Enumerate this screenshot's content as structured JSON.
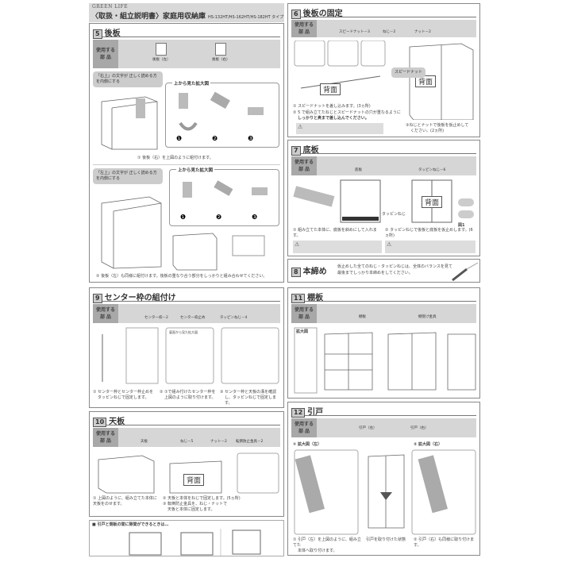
{
  "header": {
    "brand": "GREEN LIFE",
    "title": "〈取扱・組立説明書〉家庭用収納庫",
    "models": "HS-132HT/HS-162HT/HS-182HT タイプ"
  },
  "parts_label": "使用する 部 品",
  "zoom_title": "上から見た拡大図",
  "sections": {
    "s5": {
      "num": "5",
      "title": "後板",
      "parts": [
        "後板（左）",
        "後板（右）"
      ],
      "callout1": "「右上」の文字が 正しく読める方を内側にする",
      "callout2": "「左上」の文字が 正しく読める方を内側にする",
      "mark1": "右上",
      "mark2": "左上",
      "step1": "① 後板（右）を上図のように組付けます。",
      "step2": "② 後板（左）も同様に組付けます。後板の重なり合う部分をしっかりと組み合わせてください。"
    },
    "s6": {
      "num": "6",
      "title": "後板の固定",
      "parts": [
        "スピードナット－3",
        "ねじ－2",
        "ナット－2"
      ],
      "back": "背面",
      "speednut": "スピードナット",
      "step1": "① スピードナットを差し込みます。(3ヵ所)",
      "step2": "② 5 で組み立てたねじとスピードナットの穴が重なるように",
      "step2b": "しっかりと奥まで差し込んでください。",
      "step3": "③ねじとナットで後板を仮止めして",
      "step3b": "ください。(2ヵ所)"
    },
    "s7": {
      "num": "7",
      "title": "底板",
      "parts": [
        "底板",
        "タッピンねじ－6"
      ],
      "back": "背面",
      "screw": "タッピンねじ",
      "fig": "図1",
      "step1": "① 組み立てた本体に、底板を斜めにして入れます。",
      "step2": "② タッピンねじで後板と底板を仮止めします。(6ヵ所)"
    },
    "s8": {
      "num": "8",
      "title": "本締め",
      "text1": "仮止めした全てのねじ・タッピンねじは、全体のバランスを見て",
      "text2": "最後までしっかり本締めをしてください。"
    },
    "s9": {
      "num": "9",
      "title": "センター枠の組付け",
      "parts": [
        "センター枠－2",
        "センター枠止め",
        "タッピンねじ－4"
      ],
      "zoom": "裏面から見た拡大図",
      "step1": "① センター枠とセンター枠止めを",
      "step1b": "タッピンねじで固定します。",
      "step2": "② ①で組み付けたセンター枠を",
      "step2b": "上図のように取り付けます。",
      "step3": "③ センター枠と天板の溝を確認",
      "step3b": "し、タッピンねじで固定します。"
    },
    "s10": {
      "num": "10",
      "title": "天板",
      "parts": [
        "天板",
        "ねじ－5",
        "ナット－2",
        "転倒防止金具－2"
      ],
      "back": "背面",
      "step1": "① 上図のように、組み立てた本体に天板をのせます。",
      "step2": "② 天板と本体をねじで固定します。(5ヵ所)",
      "step3": "③ 転倒防止金具を、ねじ・ナットで",
      "step3b": "天板と本体に固定します。"
    },
    "s11": {
      "num": "11",
      "title": "棚板",
      "parts": [
        "棚板",
        "棚受け金具"
      ],
      "zoom": "拡大図"
    },
    "s12": {
      "num": "12",
      "title": "引戸",
      "parts": [
        "引戸（左）",
        "引戸（右）"
      ],
      "zoom1": "① 拡大図（左）",
      "zoom2": "② 拡大図（右）",
      "step1": "① 引戸（左）を上図のように、組み立てた",
      "step1b": "本体へ取り付けます。",
      "mid": "引戸を取り付けた状態",
      "step2": "② 引戸（右）も同様に取り付けます。"
    }
  },
  "note": {
    "title": "■ 引戸と側板の間に隙間ができるときは…"
  }
}
